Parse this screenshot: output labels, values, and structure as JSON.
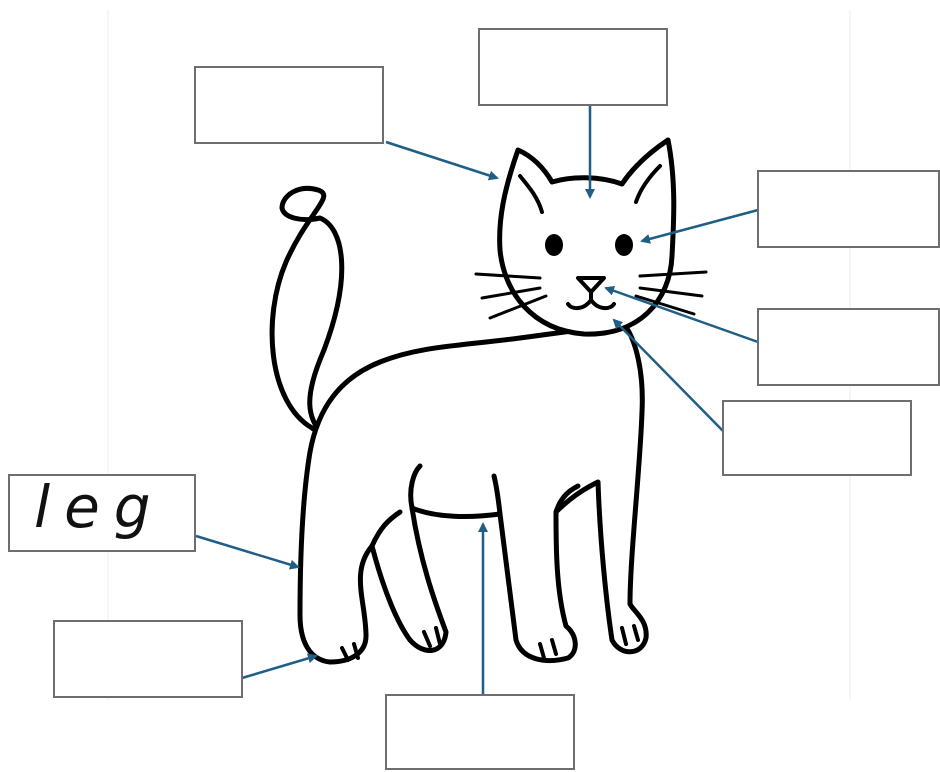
{
  "worksheet": {
    "subject": "cat",
    "labels": [
      {
        "id": "ear",
        "text": ""
      },
      {
        "id": "head",
        "text": ""
      },
      {
        "id": "eye",
        "text": ""
      },
      {
        "id": "nose",
        "text": ""
      },
      {
        "id": "mouth",
        "text": ""
      },
      {
        "id": "leg",
        "text": "leg"
      },
      {
        "id": "paw",
        "text": ""
      },
      {
        "id": "body",
        "text": ""
      }
    ]
  },
  "colors": {
    "arrow": "#1f5f86",
    "box_border": "#6e6e6e",
    "outline": "#000000"
  }
}
